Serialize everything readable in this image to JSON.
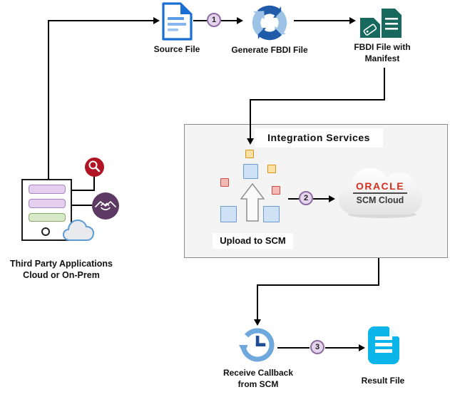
{
  "nodes": {
    "source_file": {
      "label": "Source File"
    },
    "generate_fbdi": {
      "label": "Generate FBDI File"
    },
    "fbdi_manifest": {
      "label": "FBDI File with Manifest"
    },
    "third_party": {
      "label": "Third Party Applications Cloud or On-Prem"
    },
    "receive_callback": {
      "label": "Receive Callback from SCM"
    },
    "result_file": {
      "label": "Result File"
    },
    "oracle_cloud": {
      "brand": "ORACLE",
      "product": "SCM Cloud"
    }
  },
  "integration_box": {
    "title": "Integration Services",
    "upload_label": "Upload to SCM"
  },
  "steps": [
    "1",
    "2",
    "3"
  ],
  "icons": {
    "source_file": "document-icon",
    "generate_fbdi": "cycle-arrows-icon",
    "fbdi_manifest": "tag-document-and-document-icons",
    "third_party": "server-with-search-handshake-cloud-icons",
    "upload": "up-arrow-icon",
    "oracle": "cloud-icon",
    "receive_callback": "clock-history-icon",
    "result_file": "document-icon"
  },
  "colors": {
    "doc_blue": "#1a6fd4",
    "cycle_dark_blue": "#1f5ba8",
    "cycle_light_blue": "#9cc3e6",
    "manifest_green": "#16695c",
    "result_cyan": "#0bb5ea",
    "step_circle_fill": "#e5d5ec",
    "step_circle_border": "#8f6ba3",
    "search_red": "#b01425",
    "handshake_purple": "#5c3a64",
    "bar_purple": "#e4d0ee",
    "bar_green": "#d7e9c8",
    "square_blue": "#cfe1f5",
    "square_orange": "#fbe0a6",
    "square_red": "#f3b9b4",
    "oracle_red": "#d5301d",
    "callback_blue": "#6fa8dc",
    "integration_box_bg": "#f4f4f4"
  }
}
